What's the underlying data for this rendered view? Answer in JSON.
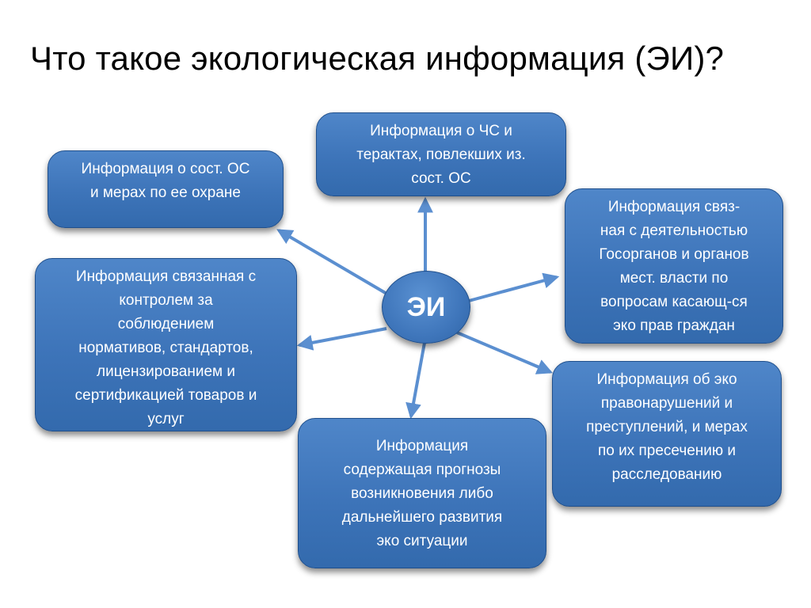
{
  "slide": {
    "title": "Что такое экологическая информация (ЭИ)?"
  },
  "diagram": {
    "center": {
      "label": "ЭИ"
    },
    "nodes": [
      {
        "id": "top",
        "text": "Информация о ЧС и\nтерактах, повлекших из.\nсост. ОС"
      },
      {
        "id": "top-left",
        "text": "Информация о сост. ОС\nи мерах по ее охране"
      },
      {
        "id": "right-upper",
        "text": "Информация связ-\nная с деятельностью\nГосорганов и органов\nмест. власти по\nвопросам  касающ-ся\nэко прав граждан"
      },
      {
        "id": "left",
        "text": "Информация связанная  с\nконтролем за\nсоблюдением\nнормативов, стандартов,\nлицензированием и\nсертификацией товаров и\nуслуг"
      },
      {
        "id": "right-lower",
        "text": "Информация об эко\nправонарушений и\nпреступлений, и мерах\nпо их пресечению и\nрасследованию"
      },
      {
        "id": "bottom",
        "text": "Информация\nсодержащая прогнозы\nвозникновения либо\nдальнейшего развития\nэко ситуации"
      }
    ],
    "colors": {
      "box_fill": "#3d74b9",
      "box_border": "#1f4f8c",
      "arrow": "#5b8fd0",
      "text": "#ffffff"
    }
  }
}
